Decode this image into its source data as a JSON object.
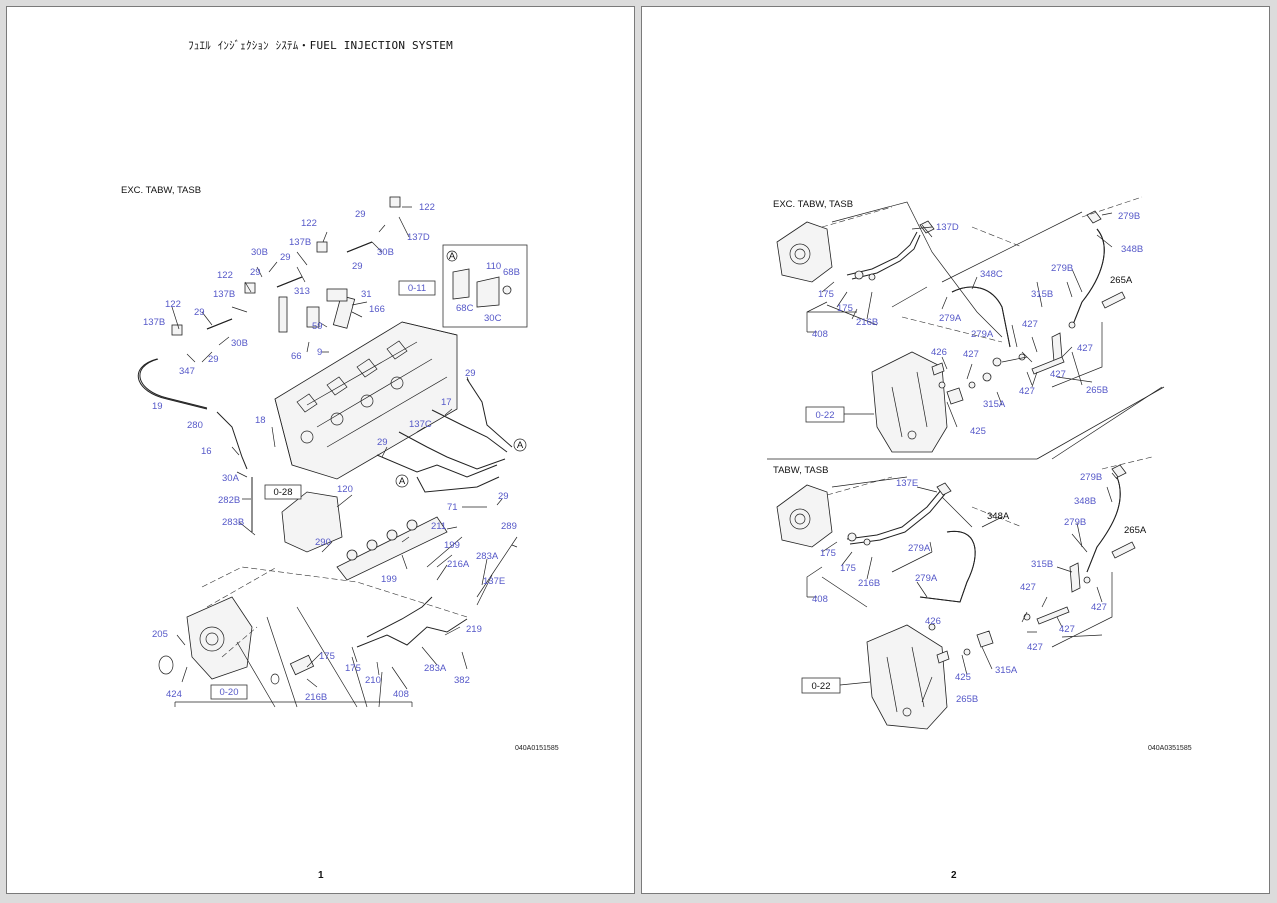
{
  "pages": [
    {
      "title": "ﾌｭｴﾙ ｲﾝｼﾞｪｸｼｮﾝ ｼｽﾃﾑ・FUEL INJECTION SYSTEM",
      "variant": "EXC. TABW, TASB",
      "figure_code": "040A0151585",
      "page_number": "1",
      "refs": [
        "0-11",
        "0-28",
        "0-20"
      ],
      "detail_marker": "A",
      "labels": [
        "122",
        "137D",
        "29",
        "30B",
        "122",
        "137B",
        "29",
        "30B",
        "29",
        "313",
        "122",
        "137B",
        "59",
        "31",
        "166",
        "29",
        "30B",
        "122",
        "137B",
        "29",
        "29",
        "347",
        "66",
        "9",
        "110",
        "68B",
        "68C",
        "30C",
        "19",
        "29",
        "280",
        "18",
        "17",
        "137C",
        "16",
        "29",
        "30A",
        "282B",
        "120",
        "71",
        "29",
        "283B",
        "290",
        "211",
        "289",
        "199",
        "283A",
        "199",
        "216A",
        "137E",
        "219",
        "205",
        "175",
        "175",
        "210",
        "283A",
        "382",
        "424",
        "216B",
        "408"
      ]
    },
    {
      "variant_a": "EXC. TABW, TASB",
      "variant_b": "TABW, TASB",
      "figure_code": "040A0351585",
      "page_number": "2",
      "refs": [
        "0-22",
        "0-22"
      ],
      "labels_a": [
        "137D",
        "279B",
        "348B",
        "348C",
        "279B",
        "265A",
        "315B",
        "175",
        "175",
        "279A",
        "427",
        "216B",
        "408",
        "279A",
        "427",
        "426",
        "427",
        "427",
        "315A",
        "427",
        "265B",
        "425"
      ],
      "labels_b": [
        "137E",
        "279B",
        "348B",
        "348A",
        "279B",
        "265A",
        "175",
        "279A",
        "175",
        "216B",
        "279A",
        "408",
        "315B",
        "427",
        "426",
        "427",
        "427",
        "427",
        "315A",
        "425",
        "265B"
      ]
    }
  ]
}
